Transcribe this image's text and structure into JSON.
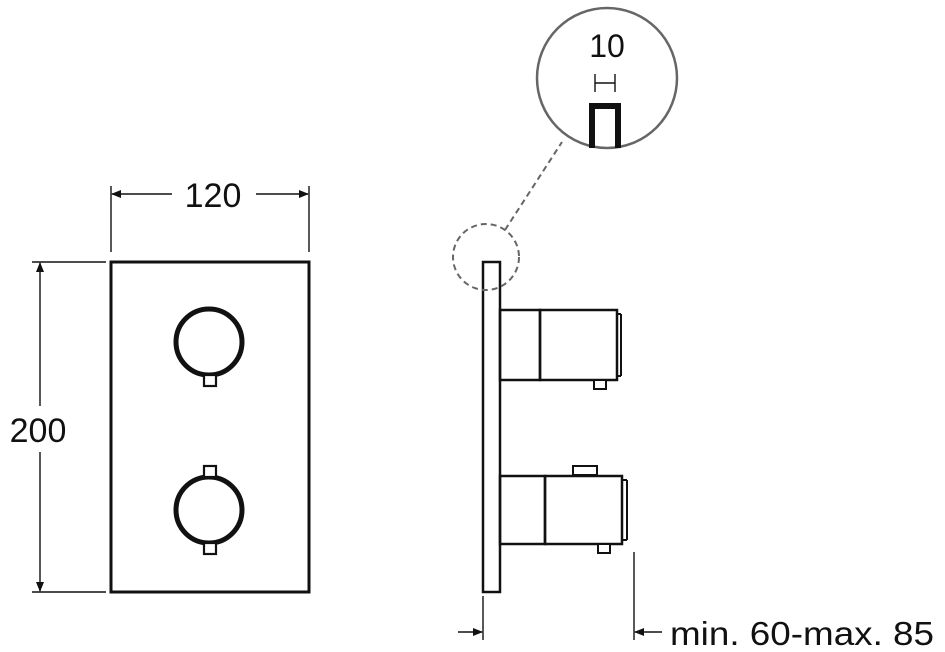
{
  "dimensions": {
    "width": "120",
    "height": "200",
    "plate_thickness": "10",
    "projection": "min. 60-max. 85"
  },
  "colors": {
    "line": "#111111",
    "background": "#ffffff",
    "dashed": "#666666"
  }
}
